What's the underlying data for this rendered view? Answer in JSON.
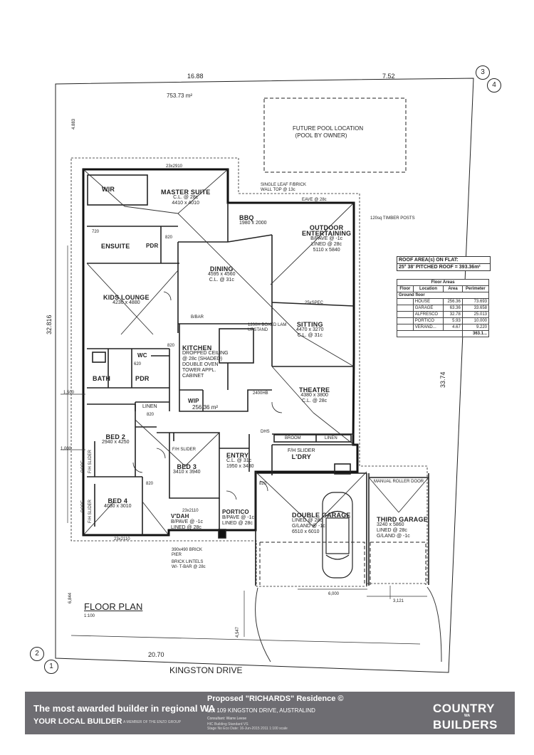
{
  "site": {
    "area": "753.73 m²",
    "house_area": "256.36 m²",
    "pool": "FUTURE POOL LOCATION",
    "pool_note": "(POOL BY OWNER)",
    "plan_title": "FLOOR PLAN",
    "scale": "1:100",
    "street": "KINGSTON DRIVE",
    "north_a": "3",
    "north_b": "4",
    "south_a": "2",
    "south_b": "1"
  },
  "dims": {
    "top_left": "16.88",
    "top_right": "7.52",
    "bottom": "20.70",
    "left": "32.816",
    "right": "33.74",
    "setback_top": "4.883",
    "left_1500": "1,500",
    "left_1000": "1,000",
    "front_6844": "6,844",
    "front_4547": "4,547",
    "garage_6000": "6,000",
    "garage_3121": "3,121"
  },
  "rooms": {
    "wir": "WIR",
    "master": {
      "name": "MASTER SUITE",
      "spec": "C.L. @ 28c",
      "size": "4410 x 4010"
    },
    "ensuite": "ENSUITE",
    "pdr1": "PDR",
    "kids": {
      "name": "KIDS LOUNGE",
      "size": "4230 x 4880"
    },
    "dining": {
      "name": "DINING",
      "size": "4595 x 4560",
      "spec": "C.L. @ 31c"
    },
    "bbq": {
      "name": "BBQ",
      "size": "1980 x 2000"
    },
    "outdoor": {
      "name": "OUTDOOR",
      "name2": "ENTERTAINING",
      "spec": "B/PAVE @ -1c",
      "spec2": "LINED @ 28c",
      "size": "5110 x 5840"
    },
    "sitting": {
      "name": "SITTING",
      "size": "4470 x 3270",
      "spec": "C.L. @ 31c"
    },
    "kitchen": {
      "name": "KITCHEN",
      "spec": "DROPPED CEILING",
      "spec2": "@ 28c (SHADED)",
      "spec3": "DOUBLE OVEN",
      "spec4": "TOWER APPL.",
      "spec5": "CABINET"
    },
    "bath": "BATH",
    "wc": "WC",
    "pdr2": "PDR",
    "linen": "LINEN",
    "wip": "WIP",
    "theatre": {
      "name": "THEATRE",
      "size": "4380 x 3800",
      "spec": "C.L. @ 28c"
    },
    "bed2": {
      "name": "BED 2",
      "size": "2940 x 4250"
    },
    "bed3": {
      "name": "BED 3",
      "size": "3410 x 3940"
    },
    "bed4": {
      "name": "BED 4",
      "size": "4030 x 3010"
    },
    "entry": {
      "name": "ENTRY",
      "spec": "C.L. @ 31c",
      "size": "1950 x 3430"
    },
    "ldry": {
      "name": "L'DRY",
      "note": "F/H SLIDER"
    },
    "broom": "BROOM",
    "linen2": "LINEN",
    "vdah": {
      "name": "V'DAH",
      "spec": "B/PAVE @ -1c",
      "spec2": "LINED @ 28c"
    },
    "portico": {
      "name": "PORTICO",
      "spec": "B/PAVE @ -1c",
      "spec2": "LINED @ 28c"
    },
    "dgarage": {
      "name": "DOUBLE GARAGE",
      "spec": "LINED @ 28c",
      "spec2": "G/LAND @ -1c",
      "size": "6510 x 6010"
    },
    "tgarage": {
      "name": "THIRD GARAGE",
      "size": "3240 x 5860",
      "spec": "LINED @ 28c",
      "spec2": "G/LAND @ -1c"
    }
  },
  "notes": {
    "wall": "SINGLE LEAF F/BRICK",
    "wall2": "WALL TOP @ 13c",
    "eave": "EAVE @ 28c",
    "posts": "120sq TIMBER POSTS",
    "boxed": "1200H BOXED LAM",
    "upstand": "UPSTAND",
    "pier": "390x490 BRICK",
    "pier2": "PIER",
    "lintel": "BRICK LINTELS",
    "lintel2": "W/- T-BAR @ 28c",
    "roller": "MANUAL ROLLER DOOR",
    "fh_slider": "F/H SLIDER",
    "robe": "ROBE",
    "bbar": "B/BAR",
    "dhs": "DHS",
    "spec25": "25xSPEC",
    "d820": "820",
    "d720": "720",
    "d620": "620",
    "d2400": "2400HB",
    "d23x2910": "23x2910",
    "d23x2110": "23x2110",
    "d23x2110b": "23x2110"
  },
  "roof": {
    "title": "ROOF AREA(s) ON FLAT:",
    "value": "25° 38' PITCHED ROOF =  393.36m²"
  },
  "floor_areas": {
    "title": "Floor Areas",
    "headers": [
      "Floor",
      "Location",
      "Area",
      "Perimeter"
    ],
    "group": "Ground floor",
    "rows": [
      [
        "",
        "HOUSE",
        "256.36",
        "73.693"
      ],
      [
        "",
        "GARAGE",
        "63.36",
        "33.658"
      ],
      [
        "",
        "ALFRESCO",
        "32.78",
        "25.013"
      ],
      [
        "",
        "PORTICO",
        "5.93",
        "10.000"
      ],
      [
        "",
        "VERAND...",
        "4.67",
        "9.220"
      ]
    ],
    "total": "363.1..."
  },
  "footer": {
    "tagline": "The most awarded builder in regional WA",
    "local": "YOUR LOCAL BUILDER",
    "member": "A MEMBER OF THE ENZO GROUP",
    "project": "Proposed \"RICHARDS\" Residence ©",
    "address": "Lot 109 KINGSTON DRIVE, AUSTRALIND",
    "consultant": "Consultant: Warre Leese",
    "info1": "HIC Building Standard VS",
    "info2": "Stage No Eco  Date: 16-Jun-2015  2011 1:100 scale",
    "logo1": "COUNTRY",
    "logo_mid": "WA",
    "logo2": "BUILDERS"
  }
}
